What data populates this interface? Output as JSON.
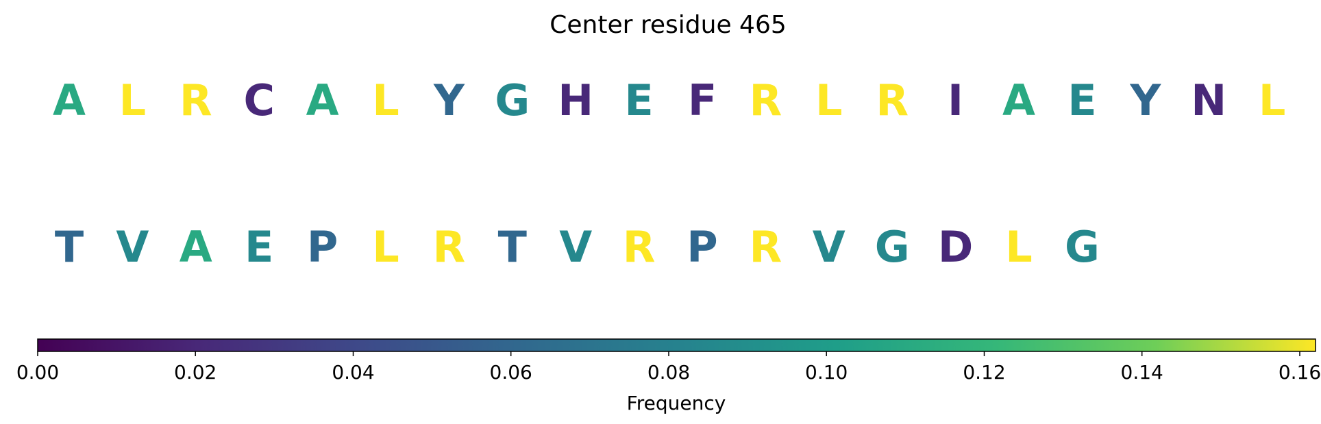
{
  "chart_data": {
    "type": "sequence-colorbar",
    "title": "Center residue 465",
    "rows": [
      {
        "residues": [
          {
            "letter": "A",
            "frequency": 0.11
          },
          {
            "letter": "L",
            "frequency": 0.162
          },
          {
            "letter": "R",
            "frequency": 0.162
          },
          {
            "letter": "C",
            "frequency": 0.02
          },
          {
            "letter": "A",
            "frequency": 0.11
          },
          {
            "letter": "L",
            "frequency": 0.162
          },
          {
            "letter": "Y",
            "frequency": 0.06
          },
          {
            "letter": "G",
            "frequency": 0.085
          },
          {
            "letter": "H",
            "frequency": 0.02
          },
          {
            "letter": "E",
            "frequency": 0.085
          },
          {
            "letter": "F",
            "frequency": 0.02
          },
          {
            "letter": "R",
            "frequency": 0.162
          },
          {
            "letter": "L",
            "frequency": 0.162
          },
          {
            "letter": "R",
            "frequency": 0.162
          },
          {
            "letter": "I",
            "frequency": 0.02
          },
          {
            "letter": "A",
            "frequency": 0.11
          },
          {
            "letter": "E",
            "frequency": 0.085
          },
          {
            "letter": "Y",
            "frequency": 0.06
          },
          {
            "letter": "N",
            "frequency": 0.02
          },
          {
            "letter": "L",
            "frequency": 0.162
          }
        ]
      },
      {
        "residues": [
          {
            "letter": "T",
            "frequency": 0.06
          },
          {
            "letter": "V",
            "frequency": 0.085
          },
          {
            "letter": "A",
            "frequency": 0.11
          },
          {
            "letter": "E",
            "frequency": 0.085
          },
          {
            "letter": "P",
            "frequency": 0.06
          },
          {
            "letter": "L",
            "frequency": 0.162
          },
          {
            "letter": "R",
            "frequency": 0.162
          },
          {
            "letter": "T",
            "frequency": 0.06
          },
          {
            "letter": "V",
            "frequency": 0.085
          },
          {
            "letter": "R",
            "frequency": 0.162
          },
          {
            "letter": "P",
            "frequency": 0.06
          },
          {
            "letter": "R",
            "frequency": 0.162
          },
          {
            "letter": "V",
            "frequency": 0.085
          },
          {
            "letter": "G",
            "frequency": 0.085
          },
          {
            "letter": "D",
            "frequency": 0.02
          },
          {
            "letter": "L",
            "frequency": 0.162
          },
          {
            "letter": "G",
            "frequency": 0.085
          }
        ]
      }
    ],
    "colorbar": {
      "label": "Frequency",
      "colormap": "viridis",
      "range": [
        0,
        0.162
      ],
      "ticks": [
        0.0,
        0.02,
        0.04,
        0.06,
        0.08,
        0.1,
        0.12,
        0.14,
        0.16
      ],
      "tick_labels": [
        "0.00",
        "0.02",
        "0.04",
        "0.06",
        "0.08",
        "0.10",
        "0.12",
        "0.14",
        "0.16"
      ]
    }
  }
}
